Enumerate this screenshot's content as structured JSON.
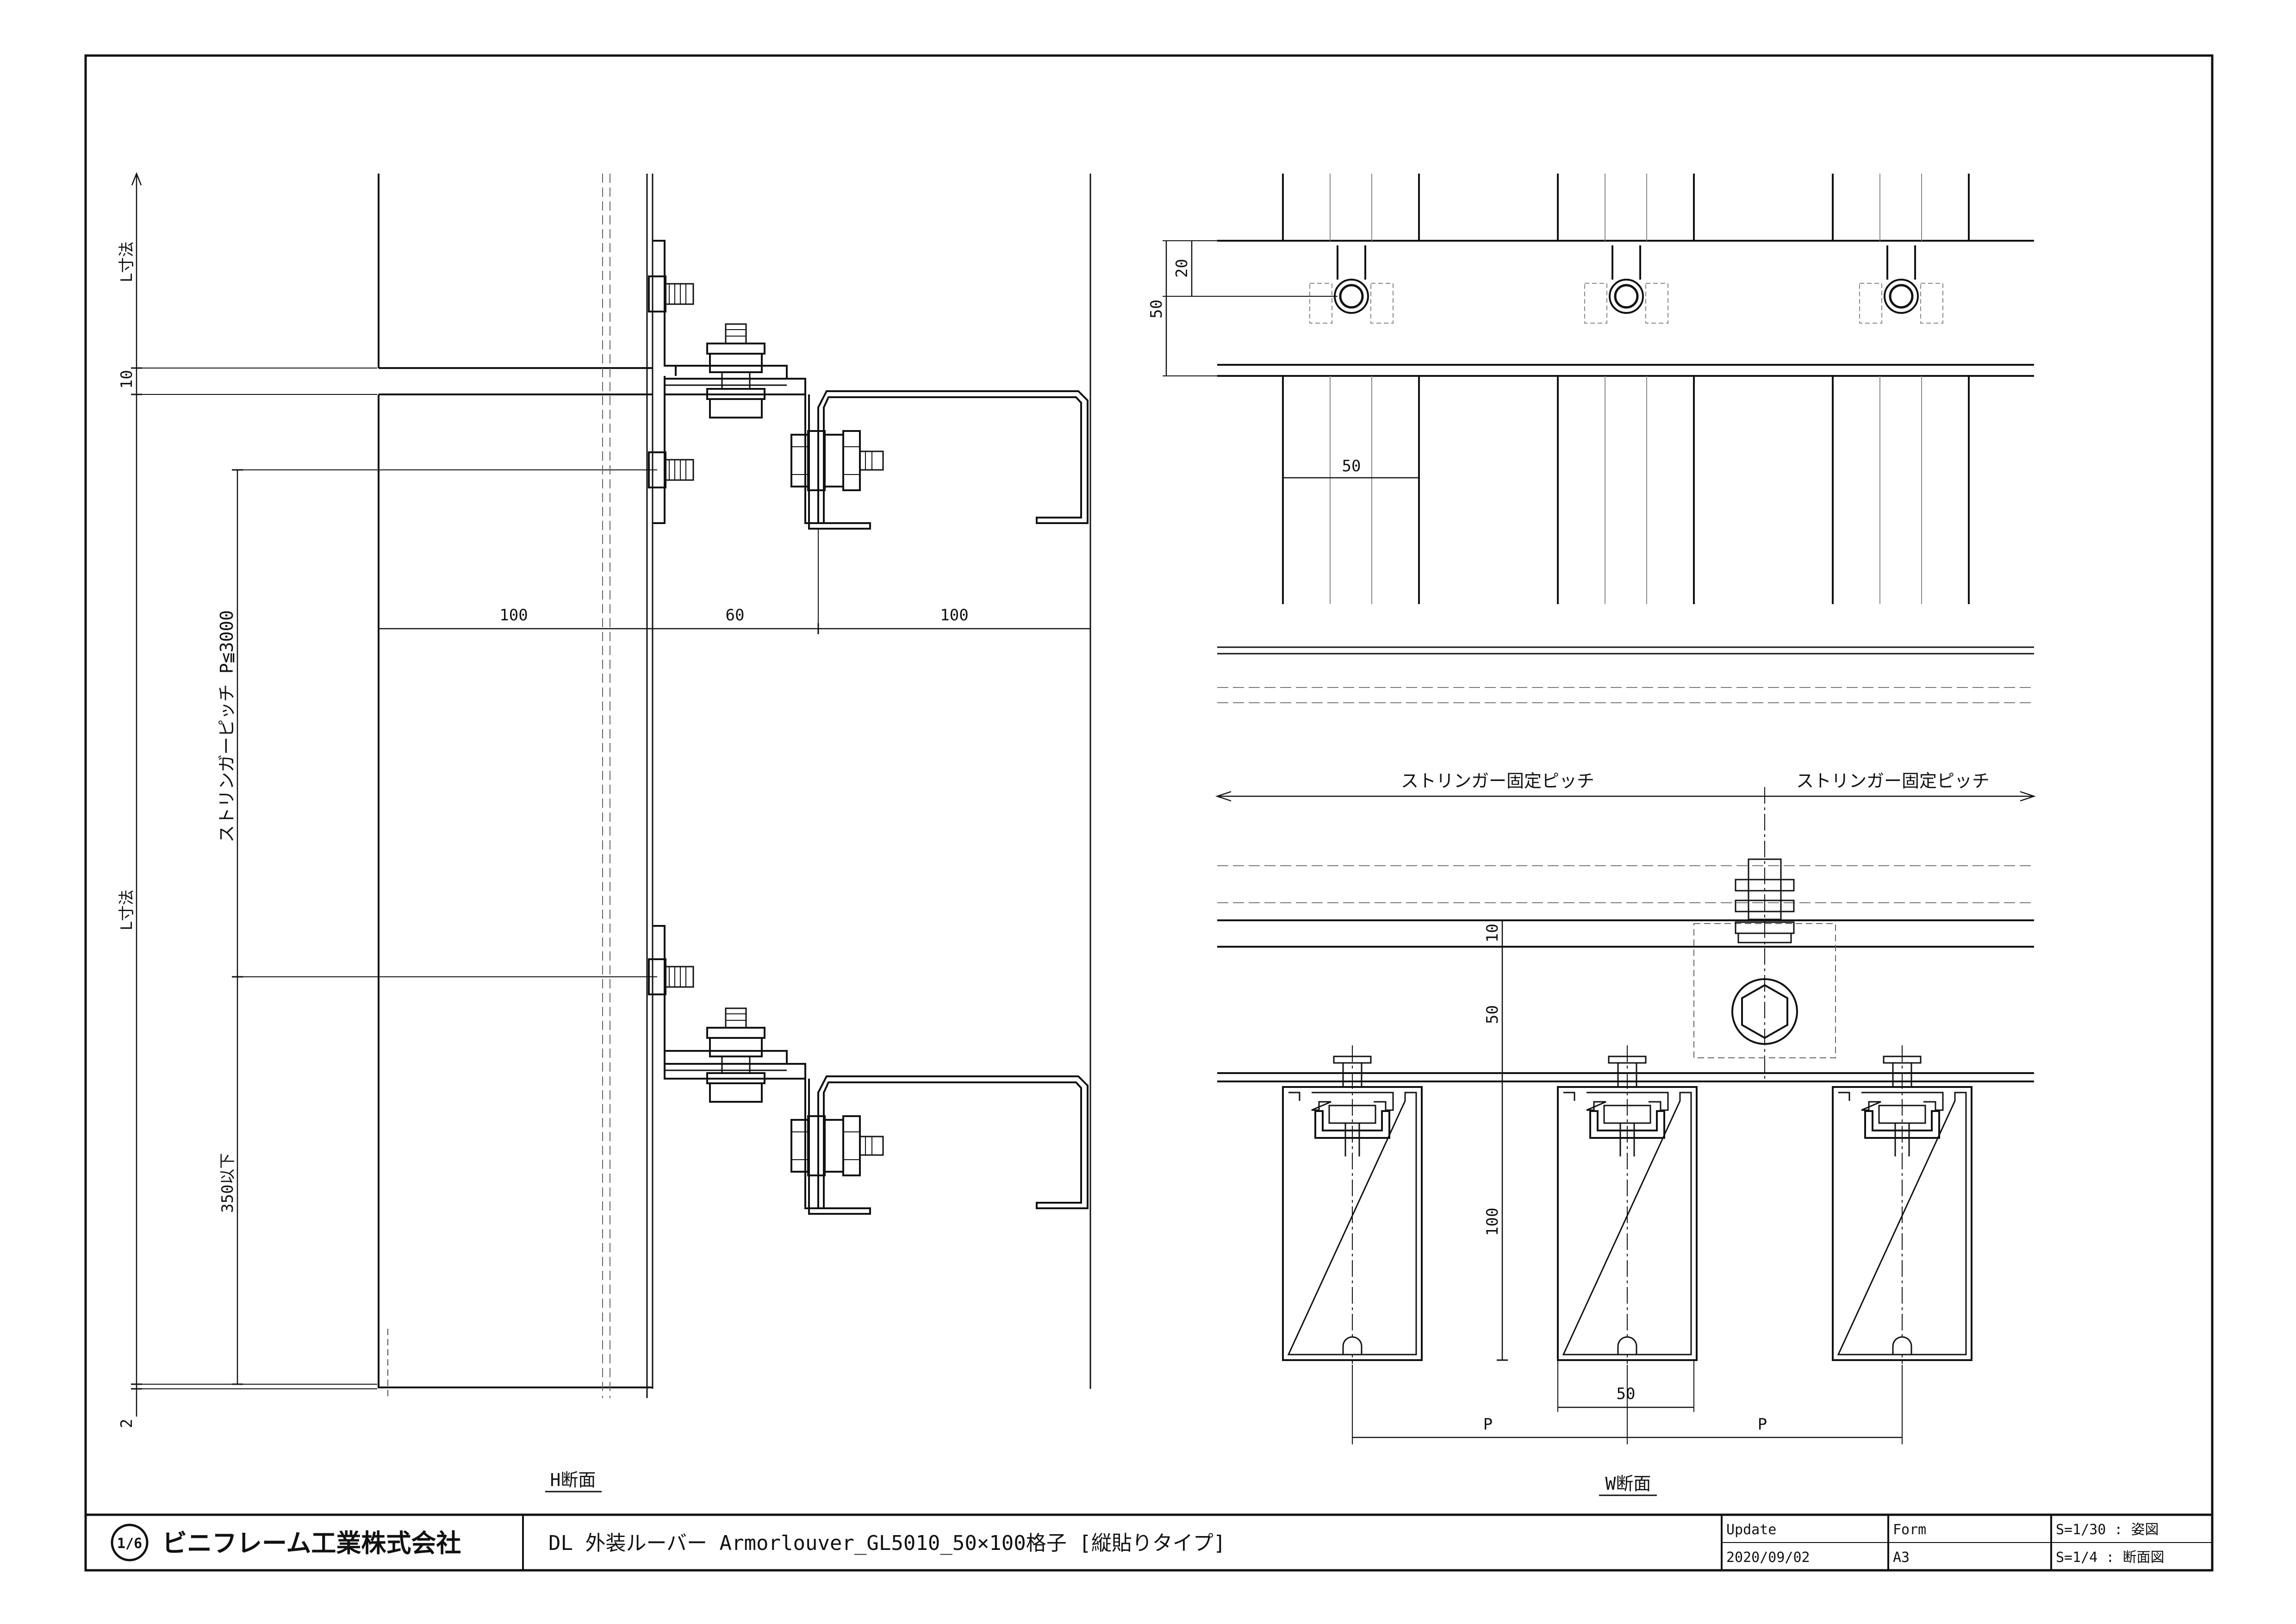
{
  "left_view": {
    "dims": {
      "l_top": "L寸法",
      "gap_10": "10",
      "pitch": "ストリンガーピッチ P≦3000",
      "l_main": "L寸法",
      "max_350": "350以下",
      "bottom_2": "2",
      "d100_left": "100",
      "d60": "60",
      "d100_right": "100"
    },
    "section_label": "H断面"
  },
  "right_top_view": {
    "dims": {
      "d20": "20",
      "d50_side": "50",
      "d50_pitch": "50"
    }
  },
  "right_bottom_view": {
    "pitch_left": "ストリンガー固定ピッチ",
    "pitch_right": "ストリンガー固定ピッチ",
    "dims": {
      "d10": "10",
      "d50": "50",
      "d100": "100",
      "d50_width": "50",
      "p_left": "P",
      "p_right": "P"
    },
    "section_label": "W断面"
  },
  "title_block": {
    "company": "ビニフレーム工業株式会社",
    "logo_mark": "1/6",
    "drawing_title": "DL 外装ルーバー Armorlouver_GL5010_50×100格子 [縦貼りタイプ]",
    "update_label": "Update",
    "update_value": "2020/09/02",
    "form_label": "Form",
    "form_value": "A3",
    "scale_1": "S=1/30 : 姿図",
    "scale_2": "S=1/4  : 断面図"
  }
}
